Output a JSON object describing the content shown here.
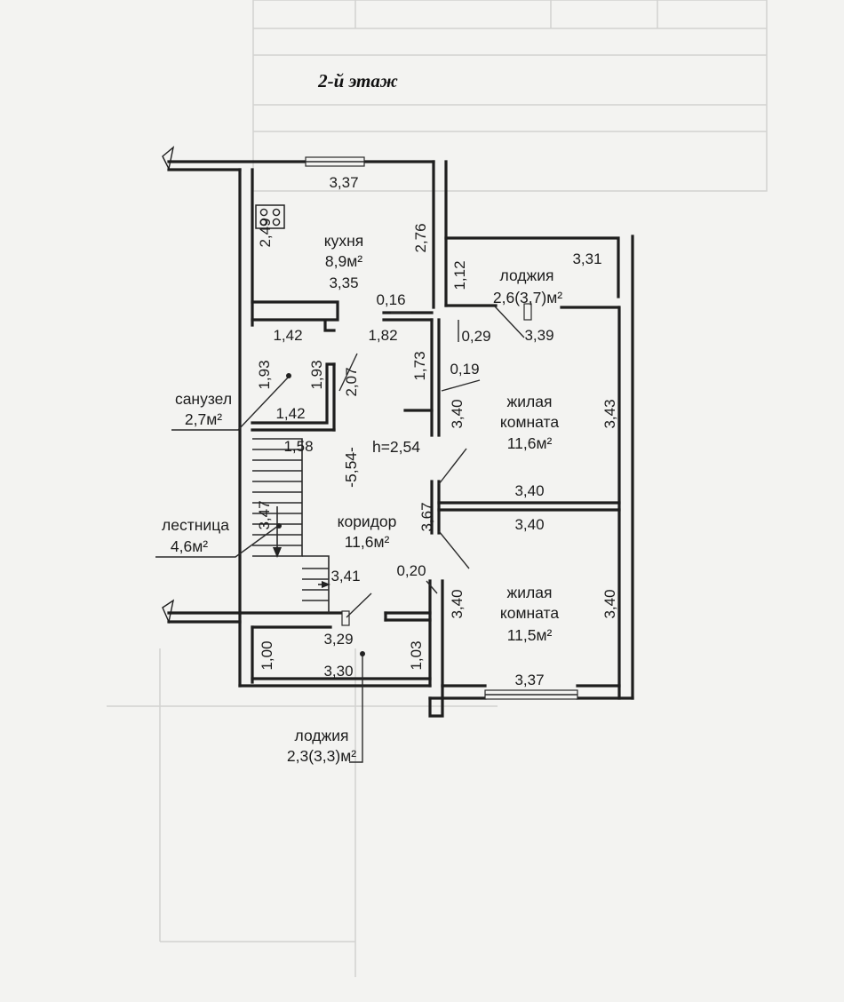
{
  "title": "2-й этаж",
  "rooms": {
    "kitchen": {
      "name": "кухня",
      "area": "8,9м²"
    },
    "bathroom": {
      "name": "санузел",
      "area": "2,7м²"
    },
    "stairs": {
      "name": "лестница",
      "area": "4,6м²"
    },
    "corridor": {
      "name": "коридор",
      "area": "11,6м²"
    },
    "loggia_top": {
      "name": "лоджия",
      "area": "2,6(3,7)м²"
    },
    "room1": {
      "name_line1": "жилая",
      "name_line2": "комната",
      "area": "11,6м²"
    },
    "room2": {
      "name_line1": "жилая",
      "name_line2": "комната",
      "area": "11,5м²"
    },
    "loggia_bottom": {
      "name": "лоджия",
      "area": "2,3(3,3)м²"
    }
  },
  "height": "h=2,54",
  "level_mark": "-5,54-",
  "dimensions": {
    "kitchen_top": "3,37",
    "kitchen_left": "2,49",
    "kitchen_right": "2,76",
    "kitchen_bottom": "3,35",
    "kitchen_wall": "0,16",
    "loggia_top_left": "1,12",
    "loggia_top_width": "3,31",
    "loggia_top_bottom": "3,39",
    "corridor_0_29": "0,29",
    "bath_top": "1,42",
    "corridor_top": "1,82",
    "bath_left": "1,93",
    "bath_right": "1,93",
    "bath_door": "2,07",
    "bath_bottom": "1,42",
    "corridor_1_73": "1,73",
    "corridor_0_19": "0,19",
    "room1_left": "3,40",
    "room1_right": "3,43",
    "stairs_top": "1,58",
    "room_divider_top": "3,40",
    "room_divider_bottom": "3,40",
    "corridor_3_67": "3,67",
    "stairs_len": "3,47",
    "stairs_3_41": "3,41",
    "room2_wall": "0,20",
    "room2_left": "3,40",
    "room2_right": "3,40",
    "room2_bottom": "3,37",
    "corridor_bottom": "3,29",
    "loggia_bottom_left": "1,00",
    "loggia_bottom_right": "1,03",
    "loggia_bottom_width": "3,30"
  },
  "colors": {
    "ink": "#1e1e1e",
    "paper": "#f3f3f1",
    "bleed": "#c6c6c4"
  }
}
